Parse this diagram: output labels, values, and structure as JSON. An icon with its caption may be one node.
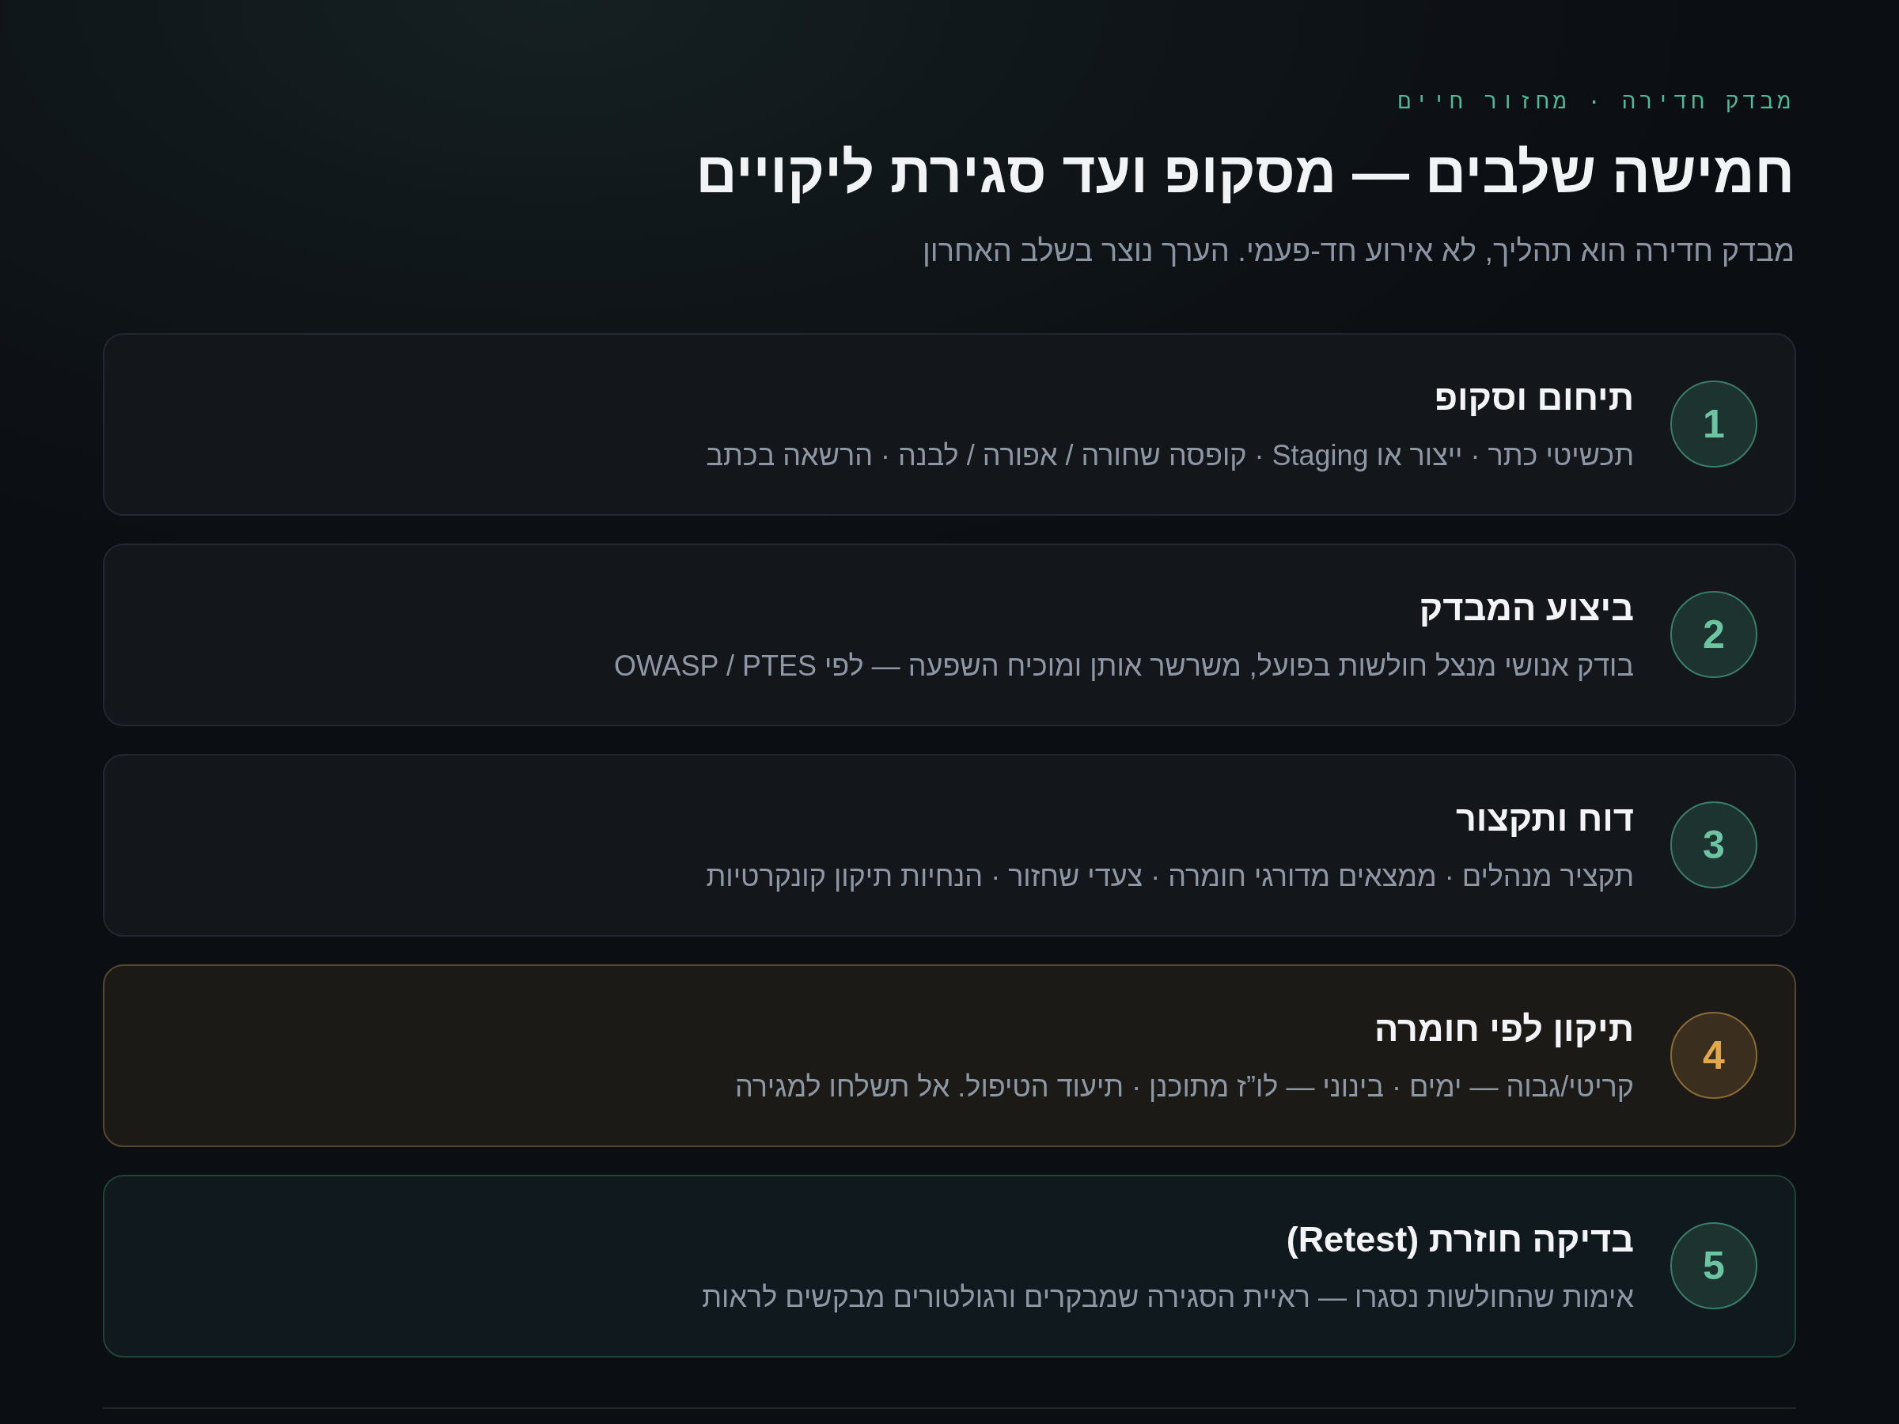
{
  "diagram": {
    "title": "חמישה שלבים — מסקופ ועד סגירת ליקויים",
    "nodes": [
      {
        "text": [
          "תיחום וסקופ",
          "תכשיטי כתר · ייצור או Staging · קופסה שחורה / אפורה / לבנה · הרשאה בכתב"
        ]
      },
      {
        "text": [
          "1"
        ],
        "in": 0
      },
      {
        "text": [
          "ביצוע המבדק",
          "בודק אנושי מנצל חולשות בפועל, משרשר אותן ומוכיח השפעה — לפי OWASP / PTES"
        ]
      },
      {
        "text": [
          "2"
        ],
        "in": 2
      },
      {
        "text": [
          "דוח ותקצור",
          "תקציר מנהלים · ממצאים מדורגי חומרה · צעדי שחזור · הנחיות תיקון קונקרטיות"
        ]
      },
      {
        "text": [
          "3"
        ],
        "in": 4
      },
      {
        "text": [
          "תיקון לפי חומרה",
          "קריטי/גבוה — ימים · בינוני — לו”ז מתוכנן · תיעוד הטיפול. אל תשלחו למגירה"
        ]
      },
      {
        "text": [
          "4"
        ],
        "in": 6
      },
      {
        "text": [
          "בדיקה חוזרת (Retest)",
          "אימות שהחולשות נסגרו — ראיית הסגירה שמבקרים ורגולטורים מבקשים לראות"
        ]
      },
      {
        "text": [
          "5"
        ],
        "in": 8
      }
    ],
    "labels": [
      "מבדק חדירה · מחזור חיים",
      "מבדק חדירה הוא תהליך, לא אירוע חד-פעמי. הערך נוצר בשלב האחרון"
    ]
  }
}
